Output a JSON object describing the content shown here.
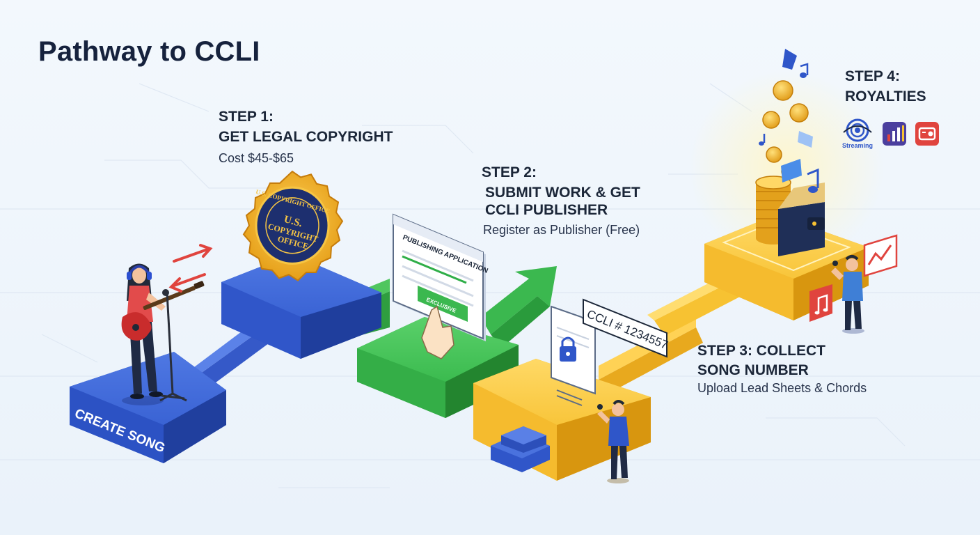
{
  "title": "Pathway to CCLI",
  "steps": [
    {
      "title_line1": "STEP 1:",
      "title_line2": "GET LEGAL COPYRIGHT",
      "detail": "Cost $45-$65"
    },
    {
      "title_line1": "STEP 2:",
      "title_line2": "SUBMIT WORK & GET",
      "title_line3": "CCLI PUBLISHER",
      "detail": "Register as Publisher (Free)"
    },
    {
      "title_line1": "STEP 3: COLLECT",
      "title_line2": "SONG NUMBER",
      "detail": "Upload Lead Sheets & Chords"
    },
    {
      "title_line1": "STEP 4:",
      "title_line2": "ROYALTIES"
    }
  ],
  "start_block_label": "CREATE SONG",
  "seal_text": {
    "top": "U.S. COPYRIGHT OFFICE",
    "center1": "U.S.",
    "center2": "COPYRIGHT",
    "center3": "OFFICE"
  },
  "application_window": {
    "heading": "PUBLISHING APPLICATION",
    "button_label": "EXCLUSIVE"
  },
  "ccli_tag": "CCLI # 1234557",
  "royalty_icons": {
    "streaming_label": "Streaming"
  },
  "colors": {
    "blue": "#2f56c9",
    "green": "#34b24a",
    "yellow": "#f7c232",
    "gold": "#f0b325",
    "navy": "#16223d",
    "red": "#e0443e"
  }
}
